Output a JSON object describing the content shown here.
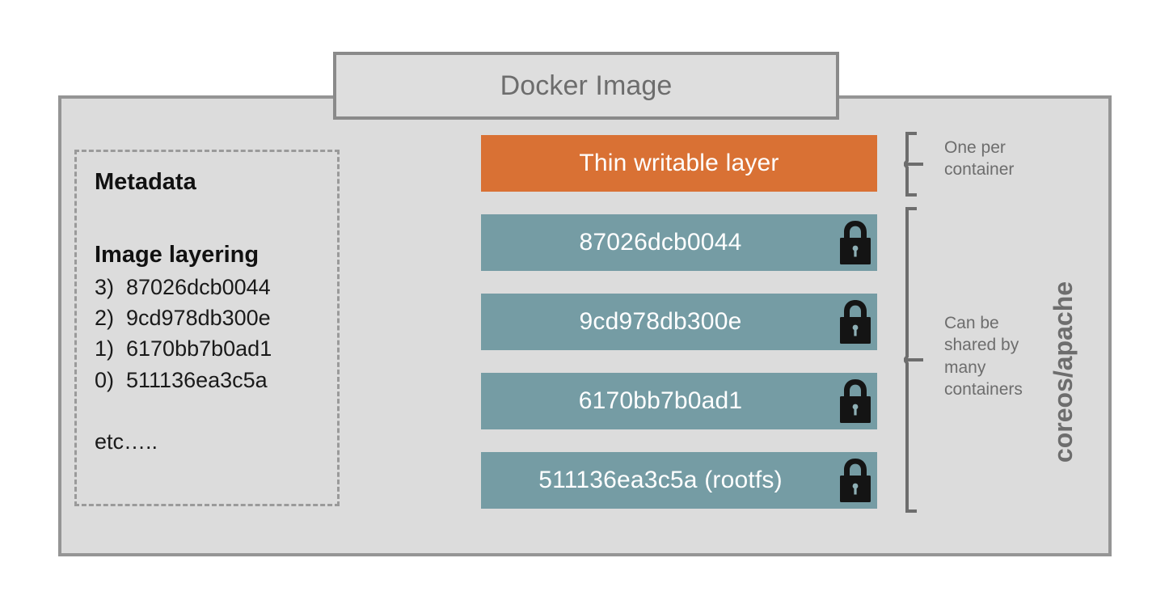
{
  "header": {
    "title": "Docker Image"
  },
  "metadata": {
    "heading_metadata": "Metadata",
    "heading_layering": "Image layering",
    "layers": [
      "3)  87026dcb0044",
      "2)  9cd978db300e",
      "1)  6170bb7b0ad1",
      "0)  511136ea3c5a"
    ],
    "etc": "etc….."
  },
  "stack": {
    "layers": [
      {
        "label": "Thin writable layer",
        "kind": "writable",
        "color": "#d97134",
        "locked": false,
        "icon": ""
      },
      {
        "label": "87026dcb0044",
        "kind": "readonly",
        "color": "#759ca4",
        "locked": true,
        "icon": "lock-icon"
      },
      {
        "label": "9cd978db300e",
        "kind": "readonly",
        "color": "#759ca4",
        "locked": true,
        "icon": "lock-icon"
      },
      {
        "label": "6170bb7b0ad1",
        "kind": "readonly",
        "color": "#759ca4",
        "locked": true,
        "icon": "lock-icon"
      },
      {
        "label": "511136ea3c5a (rootfs)",
        "kind": "readonly",
        "color": "#759ca4",
        "locked": true,
        "icon": "lock-icon"
      }
    ]
  },
  "annotations": {
    "one_per_container": "One per container",
    "shared": "Can be shared by many containers"
  },
  "vertical_label": "coreos/apache",
  "colors": {
    "writable_layer": "#d97134",
    "readonly_layer": "#759ca4",
    "panel_background": "#dcdcdc",
    "panel_border": "#959595",
    "annotation_text": "#6d6d6d",
    "canvas_background": "#ffffff"
  }
}
